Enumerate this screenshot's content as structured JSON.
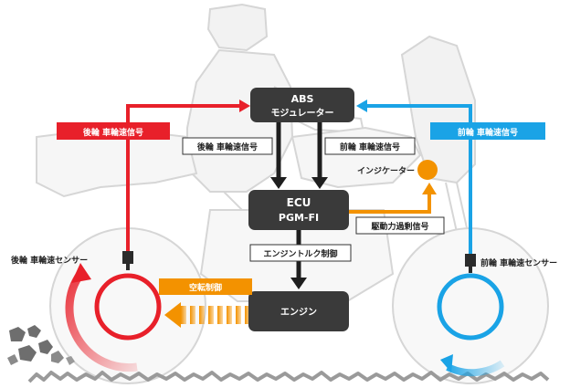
{
  "boxes": {
    "abs_line1": "ABS",
    "abs_line2": "モジュレーター",
    "ecu_line1": "ECU",
    "ecu_line2": "PGM-FI",
    "engine": "エンジン"
  },
  "labels": {
    "rear_speed_signal_red": "後輪 車輪速信号",
    "front_speed_signal_blue": "前輪 車輪速信号",
    "rear_speed_signal": "後輪 車輪速信号",
    "front_speed_signal": "前輪 車輪速信号",
    "indicator": "インジケーター",
    "drive_overslip_signal": "駆動力過剰信号",
    "engine_torque_control": "エンジントルク制御",
    "slip_control": "空転制御",
    "rear_sensor": "後輪 車輪速センサー",
    "front_sensor": "前輪 車輪速センサー"
  },
  "colors": {
    "rear": "#e8202a",
    "front": "#1aa3e6",
    "box": "#3a3a3a",
    "indicator": "#f39200",
    "silhouette": "#d9d9d9"
  }
}
